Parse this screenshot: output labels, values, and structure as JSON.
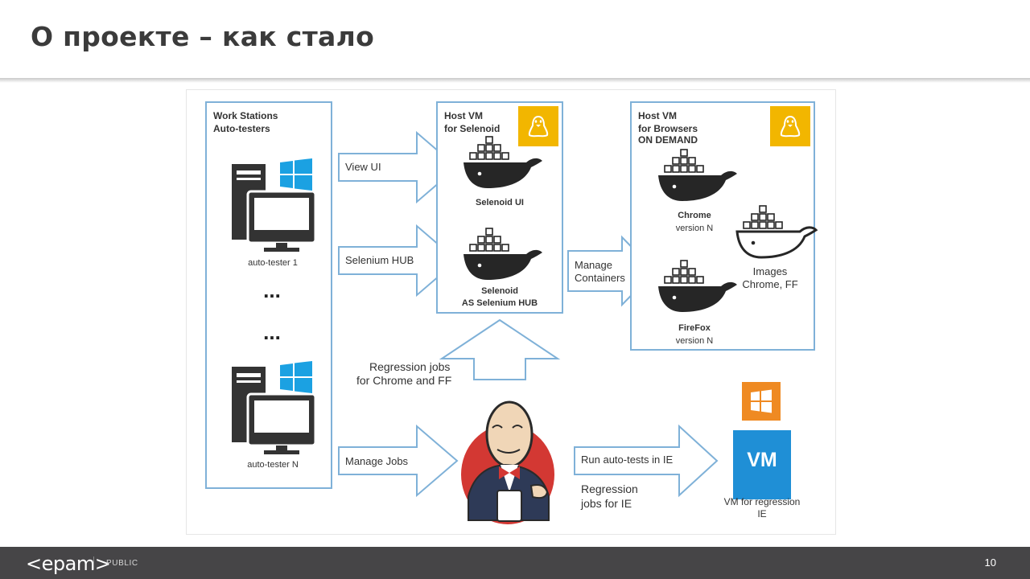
{
  "slide": {
    "title": "О проекте – как стало",
    "page_number": "10",
    "classification": "PUBLIC",
    "logo_text": "<epam>"
  },
  "diagram": {
    "workstations": {
      "title_line1": "Work Stations",
      "title_line2": "Auto-testers",
      "tester1": "auto-tester 1",
      "ellipsis": "...",
      "testerN": "auto-tester N"
    },
    "selenoid_host": {
      "title_line1": "Host VM",
      "title_line2": "for Selenoid",
      "selenoid_ui": "Selenoid UI",
      "selenoid_hub_line1": "Selenoid",
      "selenoid_hub_line2": "AS Selenium HUB"
    },
    "browsers_host": {
      "title_line1": "Host VM",
      "title_line2": "for Browsers",
      "title_line3": "ON DEMAND",
      "chrome_name": "Chrome",
      "chrome_version": "version N",
      "firefox_name": "FireFox",
      "firefox_version": "version N",
      "images_line1": "Images",
      "images_line2": "Chrome, FF"
    },
    "arrows": {
      "view_ui": "View UI",
      "selenium_hub": "Selenium HUB",
      "manage_containers_line1": "Manage",
      "manage_containers_line2": "Containers",
      "regression_chrome_line1": "Regression jobs",
      "regression_chrome_line2": "for Chrome and FF",
      "manage_jobs": "Manage Jobs",
      "run_ie": "Run auto-tests in IE",
      "regression_ie_line1": "Regression",
      "regression_ie_line2": "jobs for IE"
    },
    "ie_vm": {
      "badge": "VM",
      "label_line1": "VM for regression",
      "label_line2": "IE"
    },
    "colors": {
      "box_border": "#7fb1d8",
      "linux_badge": "#f2b600",
      "windows_orange": "#ef8a22",
      "windows_blue": "#1ba1e2",
      "vm_blue": "#1f8fd6",
      "docker_dark": "#262626",
      "computer_dark": "#333333",
      "jenkins_red": "#d33833"
    }
  }
}
